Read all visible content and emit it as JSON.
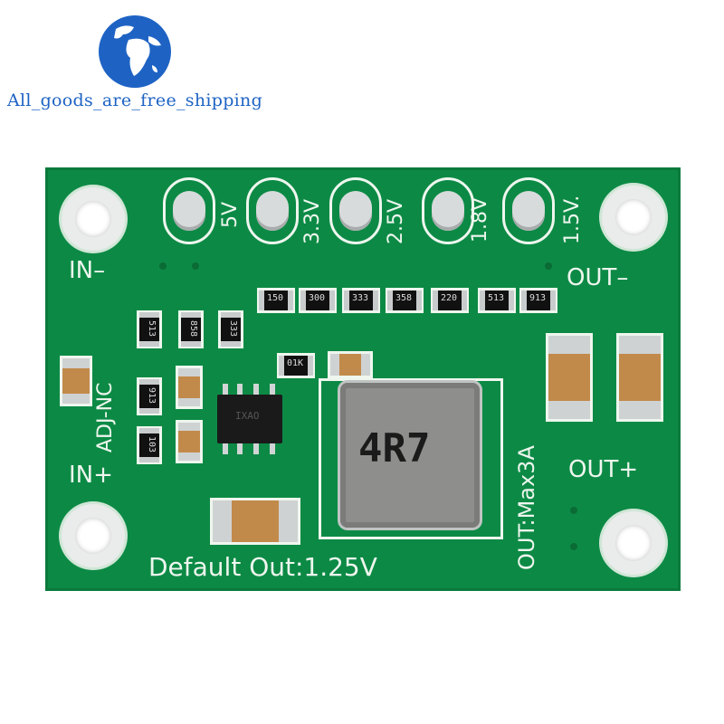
{
  "watermark": {
    "text": "All_goods_are_free_shipping",
    "color": "#1e63c4"
  },
  "board": {
    "color": "#0c8a45",
    "voltage_options": [
      "5V",
      "3.3V",
      "2.5V",
      "1.8V",
      "1.5V."
    ],
    "terminals": {
      "in_minus": "IN–",
      "in_plus": "IN+",
      "out_minus": "OUT–",
      "out_plus": "OUT+"
    },
    "adj_label": "ADJ-NC",
    "max_label": "OUT:Max3A",
    "default_label": "Default Out:1.25V",
    "inductor_marking": "4R7",
    "resistor_markings": [
      "150",
      "300",
      "333",
      "358",
      "220",
      "513",
      "913"
    ],
    "left_resistor_markings": [
      "513",
      "858",
      "333",
      "913",
      "103"
    ],
    "small_resistor_marking": "01K",
    "ic_marking": "IXAO"
  }
}
